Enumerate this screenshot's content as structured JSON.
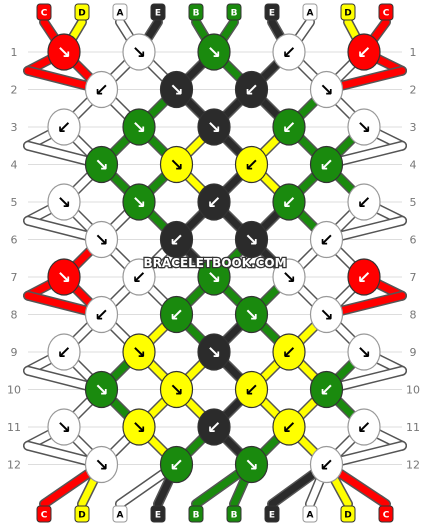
{
  "watermark": "BRACELETBOOK.COM",
  "colors": {
    "C": "#ff0000",
    "D": "#ffff00",
    "A": "#ffffff",
    "E": "#2b2b2b",
    "B": "#1a8a0e"
  },
  "strand_labels": [
    "C",
    "D",
    "A",
    "E",
    "B",
    "B",
    "E",
    "A",
    "D",
    "C"
  ],
  "row_labels": [
    "1",
    "2",
    "3",
    "4",
    "5",
    "6",
    "7",
    "8",
    "9",
    "10",
    "11",
    "12"
  ],
  "knot_rows": [
    {
      "row": "1",
      "knots": [
        {
          "color": "C",
          "dir": "↘"
        },
        {
          "color": "A",
          "dir": "↘"
        },
        {
          "color": "B",
          "dir": "↘"
        },
        {
          "color": "A",
          "dir": "↙"
        },
        {
          "color": "C",
          "dir": "↙"
        }
      ]
    },
    {
      "row": "2",
      "knots": [
        {
          "color": "A",
          "dir": "↙"
        },
        {
          "color": "E",
          "dir": "↘"
        },
        {
          "color": "E",
          "dir": "↙"
        },
        {
          "color": "A",
          "dir": "↘"
        }
      ]
    },
    {
      "row": "3",
      "knots": [
        {
          "color": "A",
          "dir": "↙"
        },
        {
          "color": "B",
          "dir": "↘"
        },
        {
          "color": "E",
          "dir": "↘"
        },
        {
          "color": "B",
          "dir": "↙"
        },
        {
          "color": "A",
          "dir": "↘"
        }
      ]
    },
    {
      "row": "4",
      "knots": [
        {
          "color": "B",
          "dir": "↘"
        },
        {
          "color": "D",
          "dir": "↘"
        },
        {
          "color": "D",
          "dir": "↙"
        },
        {
          "color": "B",
          "dir": "↙"
        }
      ]
    },
    {
      "row": "5",
      "knots": [
        {
          "color": "A",
          "dir": "↘"
        },
        {
          "color": "B",
          "dir": "↘"
        },
        {
          "color": "E",
          "dir": "↙"
        },
        {
          "color": "B",
          "dir": "↙"
        },
        {
          "color": "A",
          "dir": "↙"
        }
      ]
    },
    {
      "row": "6",
      "knots": [
        {
          "color": "A",
          "dir": "↘"
        },
        {
          "color": "E",
          "dir": "↙"
        },
        {
          "color": "E",
          "dir": "↘"
        },
        {
          "color": "A",
          "dir": "↙"
        }
      ]
    },
    {
      "row": "7",
      "knots": [
        {
          "color": "C",
          "dir": "↘"
        },
        {
          "color": "A",
          "dir": "↙"
        },
        {
          "color": "B",
          "dir": "↘"
        },
        {
          "color": "A",
          "dir": "↘"
        },
        {
          "color": "C",
          "dir": "↙"
        }
      ]
    },
    {
      "row": "8",
      "knots": [
        {
          "color": "A",
          "dir": "↙"
        },
        {
          "color": "B",
          "dir": "↙"
        },
        {
          "color": "B",
          "dir": "↘"
        },
        {
          "color": "A",
          "dir": "↘"
        }
      ]
    },
    {
      "row": "9",
      "knots": [
        {
          "color": "A",
          "dir": "↙"
        },
        {
          "color": "D",
          "dir": "↘"
        },
        {
          "color": "E",
          "dir": "↘"
        },
        {
          "color": "D",
          "dir": "↙"
        },
        {
          "color": "A",
          "dir": "↘"
        }
      ]
    },
    {
      "row": "10",
      "knots": [
        {
          "color": "B",
          "dir": "↘"
        },
        {
          "color": "D",
          "dir": "↘"
        },
        {
          "color": "D",
          "dir": "↙"
        },
        {
          "color": "B",
          "dir": "↙"
        }
      ]
    },
    {
      "row": "11",
      "knots": [
        {
          "color": "A",
          "dir": "↘"
        },
        {
          "color": "D",
          "dir": "↘"
        },
        {
          "color": "E",
          "dir": "↙"
        },
        {
          "color": "D",
          "dir": "↙"
        },
        {
          "color": "A",
          "dir": "↙"
        }
      ]
    },
    {
      "row": "12",
      "knots": [
        {
          "color": "A",
          "dir": "↘"
        },
        {
          "color": "B",
          "dir": "↙"
        },
        {
          "color": "B",
          "dir": "↘"
        },
        {
          "color": "A",
          "dir": "↙"
        }
      ]
    }
  ]
}
